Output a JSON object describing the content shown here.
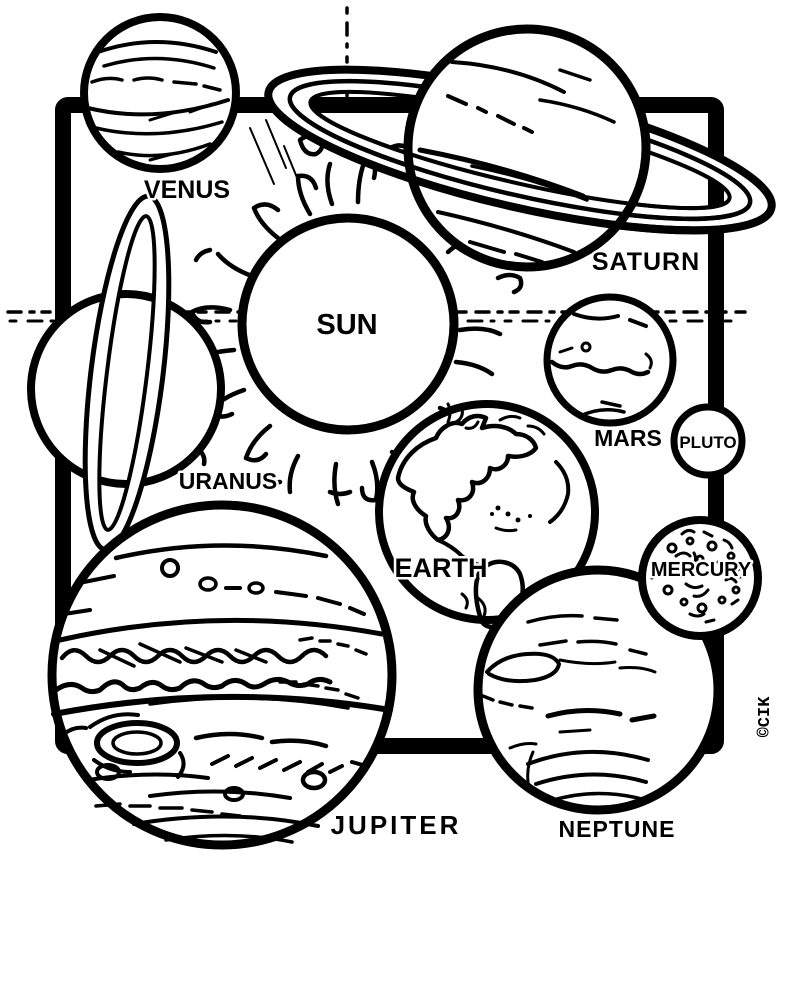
{
  "colors": {
    "ink": "#000000",
    "paper": "#ffffff"
  },
  "labels": {
    "sun": "SUN",
    "venus": "VENUS",
    "saturn": "SATURN",
    "uranus": "URANUS",
    "mars": "MARS",
    "pluto": "PLUTO",
    "earth": "EARTH",
    "mercury": "MERCURY",
    "jupiter": "JUPITER",
    "neptune": "NEPTUNE",
    "copyright": "©CIK"
  }
}
